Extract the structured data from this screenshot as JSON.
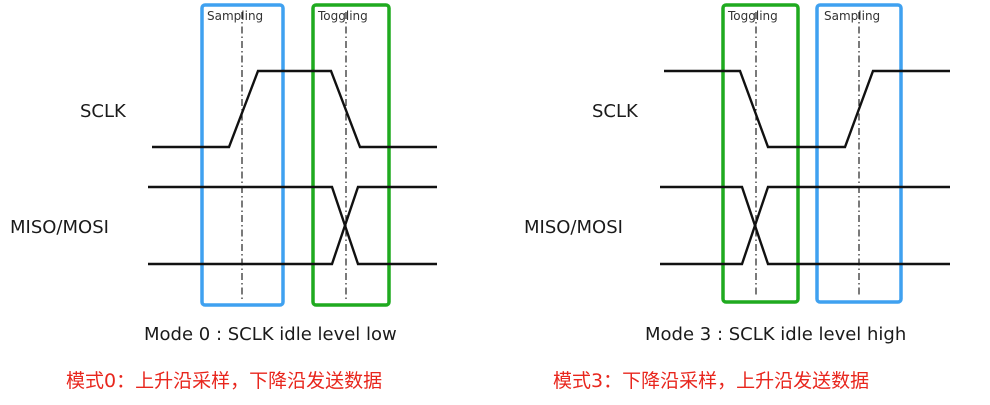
{
  "colors": {
    "sampling_box": "#3fa1f0",
    "toggling_box": "#1faa1f",
    "note_text": "#e8261d"
  },
  "signals": {
    "sclk": "SCLK",
    "data": "MISO/MOSI"
  },
  "boxes": {
    "sampling": "Sampling",
    "toggling": "Toggling"
  },
  "panels": [
    {
      "caption": "Mode 0 : SCLK idle level low",
      "note": "模式0：上升沿采样，下降沿发送数据"
    },
    {
      "caption": "Mode 3 : SCLK idle level high",
      "note": "模式3：下降沿采样，上升沿发送数据"
    }
  ]
}
